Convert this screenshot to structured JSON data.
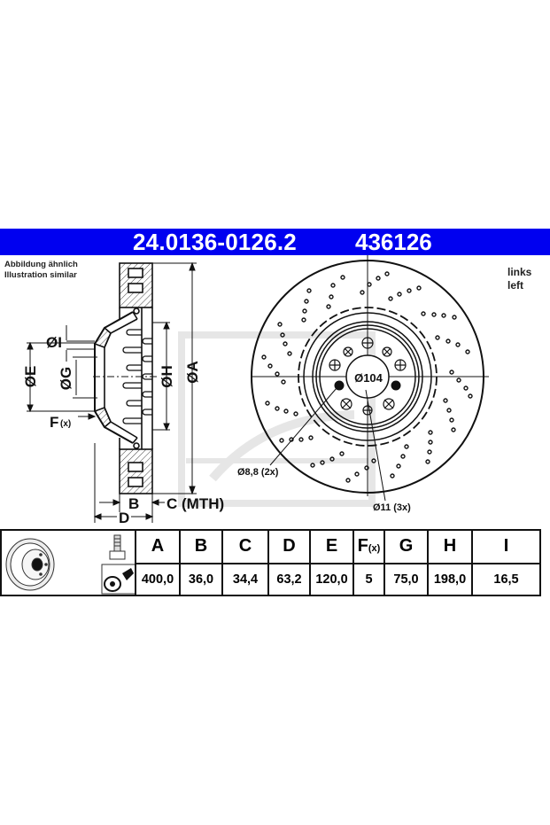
{
  "header": {
    "part_number": "24.0136-0126.2",
    "reference_number": "436126",
    "background_color": "#0000f0"
  },
  "notes": {
    "line1": "Abbildung ähnlich",
    "line2": "Illustration similar"
  },
  "side": {
    "line1": "links",
    "line2": "left"
  },
  "section_view": {
    "labels": {
      "dia_i": "ØI",
      "dia_e": "ØE",
      "dia_g": "ØG",
      "dia_h": "ØH",
      "dia_a": "ØA",
      "f": "F",
      "f_sub": "(x)",
      "b": "B",
      "c": "C (MTH)",
      "d": "D"
    }
  },
  "face_view": {
    "center_bore": "Ø104",
    "hole_small": "Ø8,8 (2x)",
    "hole_large": "Ø11 (3x)"
  },
  "spec_table": {
    "icons": [
      "brake-disc-thumbnail",
      "bolt-icon",
      "wheel-spray-icon"
    ],
    "headers": [
      {
        "key": "A",
        "sub": ""
      },
      {
        "key": "B",
        "sub": ""
      },
      {
        "key": "C",
        "sub": ""
      },
      {
        "key": "D",
        "sub": ""
      },
      {
        "key": "E",
        "sub": ""
      },
      {
        "key": "F",
        "sub": "(x)"
      },
      {
        "key": "G",
        "sub": ""
      },
      {
        "key": "H",
        "sub": ""
      },
      {
        "key": "I",
        "sub": ""
      }
    ],
    "values": [
      "400,0",
      "36,0",
      "34,4",
      "63,2",
      "120,0",
      "5",
      "75,0",
      "198,0",
      "16,5"
    ]
  }
}
